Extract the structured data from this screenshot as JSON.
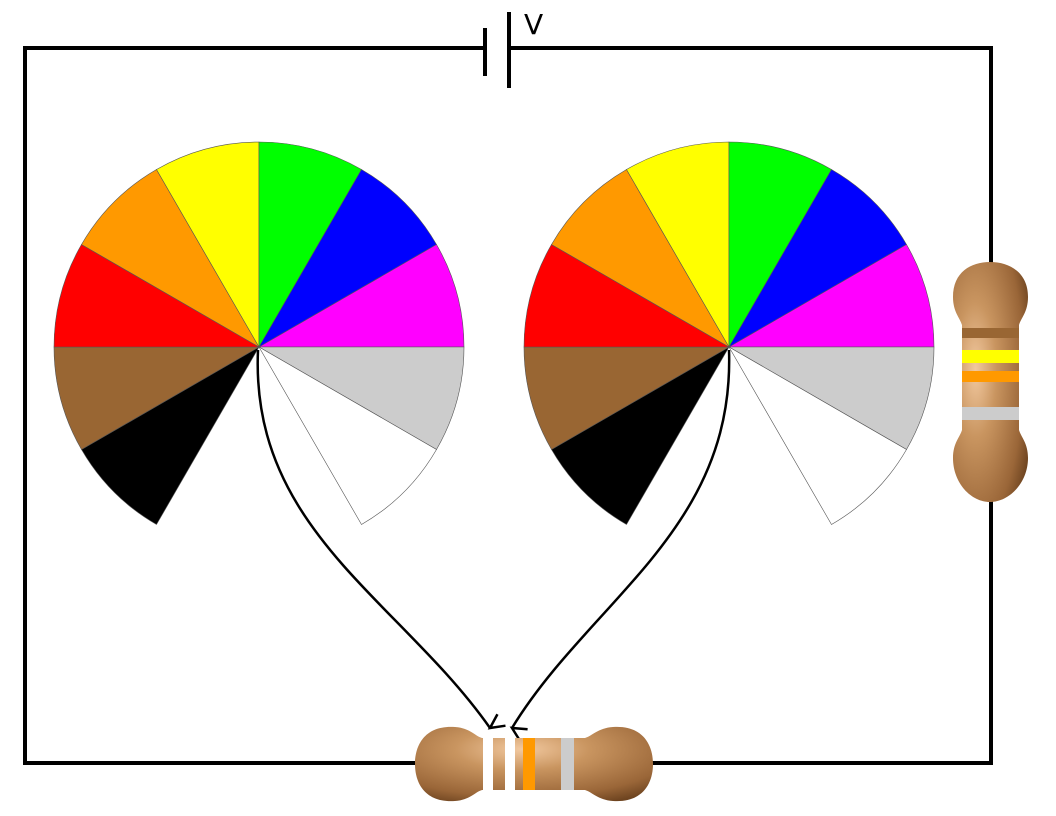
{
  "battery": {
    "label": "V"
  },
  "wheels": [
    {
      "name": "left-color-wheel",
      "segments": [
        {
          "name": "black",
          "color": "#000000"
        },
        {
          "name": "brown",
          "color": "#996633"
        },
        {
          "name": "red",
          "color": "#ff0000"
        },
        {
          "name": "orange",
          "color": "#ff9900"
        },
        {
          "name": "yellow",
          "color": "#ffff00"
        },
        {
          "name": "green",
          "color": "#00ff00"
        },
        {
          "name": "blue",
          "color": "#0000ff"
        },
        {
          "name": "violet",
          "color": "#ff00ff"
        },
        {
          "name": "gray",
          "color": "#cccccc"
        },
        {
          "name": "white",
          "color": "#ffffff"
        }
      ]
    },
    {
      "name": "right-color-wheel",
      "segments": [
        {
          "name": "black",
          "color": "#000000"
        },
        {
          "name": "brown",
          "color": "#996633"
        },
        {
          "name": "red",
          "color": "#ff0000"
        },
        {
          "name": "orange",
          "color": "#ff9900"
        },
        {
          "name": "yellow",
          "color": "#ffff00"
        },
        {
          "name": "green",
          "color": "#00ff00"
        },
        {
          "name": "blue",
          "color": "#0000ff"
        },
        {
          "name": "violet",
          "color": "#ff00ff"
        },
        {
          "name": "gray",
          "color": "#cccccc"
        },
        {
          "name": "white",
          "color": "#ffffff"
        }
      ]
    }
  ],
  "resistors": {
    "reference": {
      "bands": [
        "brown",
        "yellow",
        "orange",
        "gray"
      ]
    },
    "target": {
      "bands": [
        "white",
        "white",
        "orange",
        "gray"
      ]
    }
  }
}
